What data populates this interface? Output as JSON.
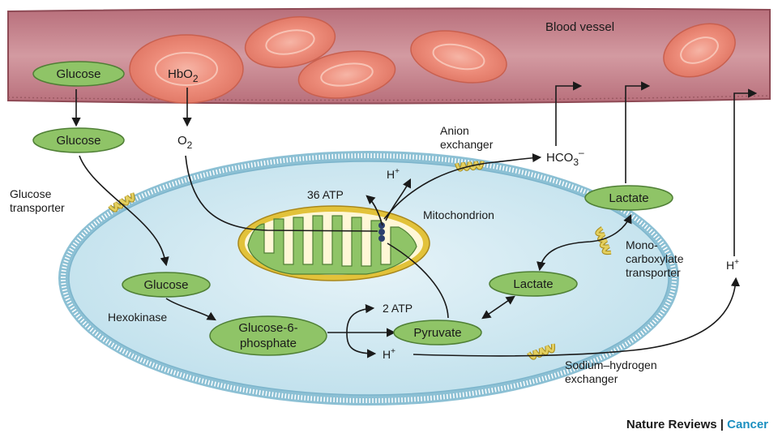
{
  "labels": {
    "blood_vessel": "Blood vessel",
    "glucose_blood": "Glucose",
    "hbo2_main": "HbO",
    "hbo2_sub": "2",
    "glucose_outside": "Glucose",
    "o2_main": "O",
    "o2_sub": "2",
    "glucose_transporter_line1": "Glucose",
    "glucose_transporter_line2": "transporter",
    "anion_exchanger_line1": "Anion",
    "anion_exchanger_line2": "exchanger",
    "hco3_main": "HCO",
    "hco3_sub": "3",
    "hco3_sup": "–",
    "h_plus_mito_main": "H",
    "h_plus_mito_sup": "+",
    "atp_36": "36 ATP",
    "mitochondrion": "Mitochondrion",
    "lactate_outside": "Lactate",
    "mct_line1": "Mono-",
    "mct_line2": "carboxylate",
    "mct_line3": "transporter",
    "h_plus_right_main": "H",
    "h_plus_right_sup": "+",
    "glucose_inside": "Glucose",
    "lactate_inside": "Lactate",
    "hexokinase": "Hexokinase",
    "g6p_line1": "Glucose-6-",
    "g6p_line2": "phosphate",
    "atp_2": "2 ATP",
    "pyruvate": "Pyruvate",
    "h_plus_low_main": "H",
    "h_plus_low_sup": "+",
    "nhe_line1": "Sodium–hydrogen",
    "nhe_line2": "exchanger"
  },
  "credit": {
    "journal": "Nature Reviews",
    "separator": " | ",
    "section": "Cancer"
  },
  "colors": {
    "vessel": "#c97f87",
    "vessel_edge": "#8e4a55",
    "rbc": "#ef8f7e",
    "node_fill": "#8fc467",
    "node_stroke": "#4f7f35",
    "cell_fill": "#c9e6f1",
    "membrane": "#7db5cc",
    "mito_outer": "#e2c23a",
    "mito_inner": "#8fc467",
    "transporter": "#d9c24a",
    "credit_accent": "#1b8fc0"
  }
}
